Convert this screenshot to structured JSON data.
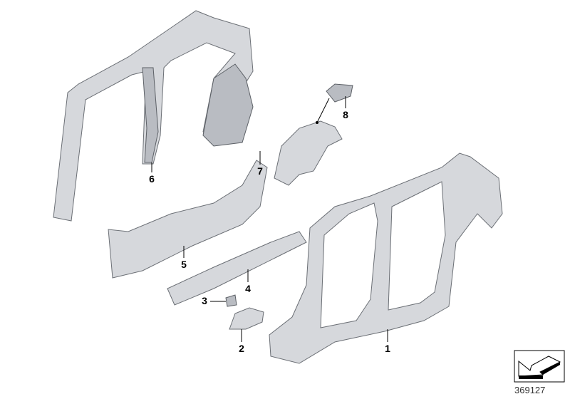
{
  "diagram_number": "369127",
  "callouts": [
    "1",
    "2",
    "3",
    "4",
    "5",
    "6",
    "7",
    "8"
  ],
  "icon": "parts-view-arrow-icon",
  "colors": {
    "part_fill": "#d6d8dc",
    "part_outline": "#6b6f75"
  }
}
